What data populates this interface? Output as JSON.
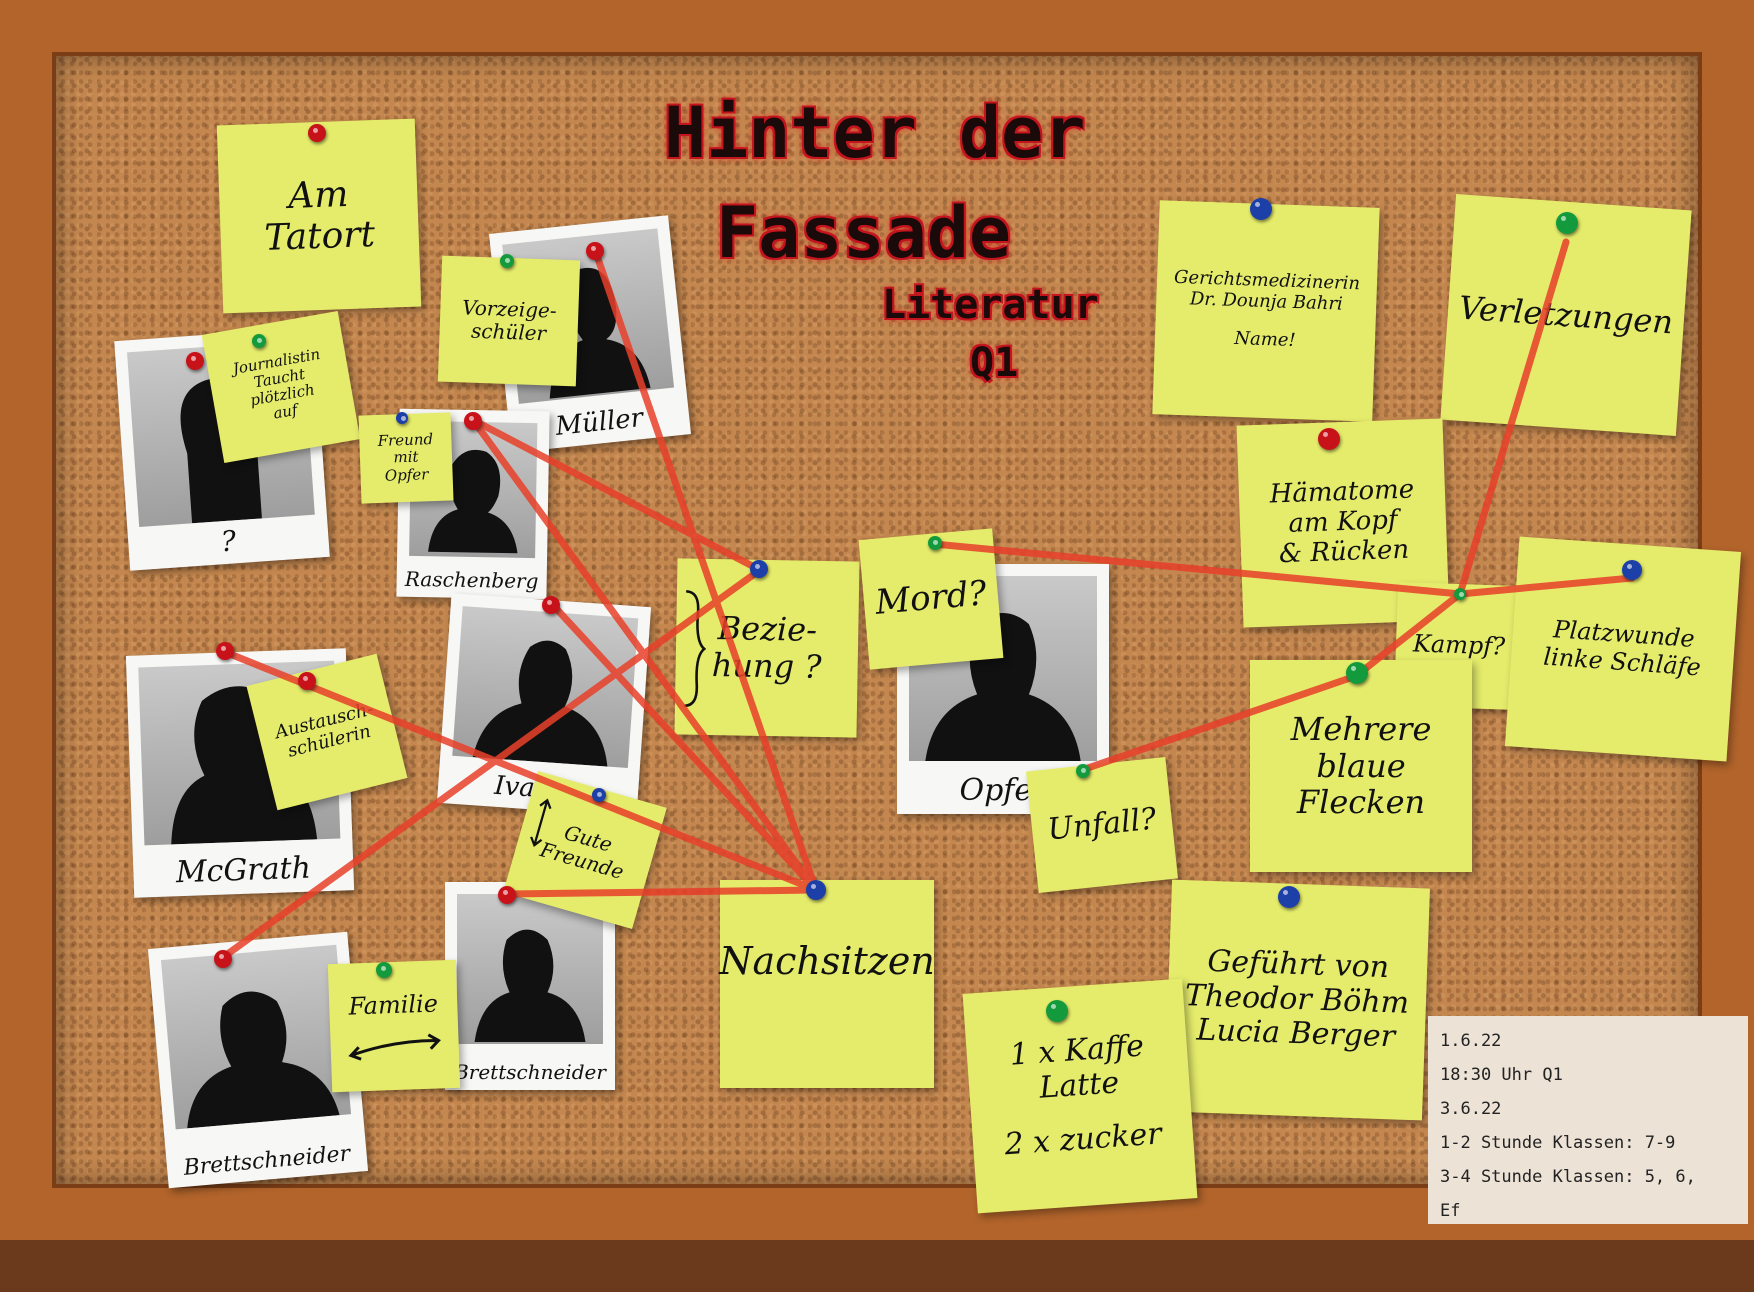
{
  "title": {
    "line1": "Hinter der",
    "line2": "Fassade",
    "line3": "Literatur",
    "line4": "Q1"
  },
  "notes": {
    "tatort": [
      "Am",
      "Tatort"
    ],
    "journalistin": [
      "Journalistin",
      "Taucht",
      "plötzlich",
      "auf"
    ],
    "vorzeige": [
      "Vorzeige-",
      "schüler"
    ],
    "freund": [
      "Freund",
      "mit",
      "Opfer"
    ],
    "austausch": [
      "Austausch-",
      "schülerin"
    ],
    "gute_freunde": [
      "Gute",
      "Freunde"
    ],
    "familie": [
      "Familie"
    ],
    "beziehung": [
      "Bezie-",
      "hung ?"
    ],
    "nachsitzen": [
      "Nachsitzen"
    ],
    "mord": [
      "Mord?"
    ],
    "unfall": [
      "Unfall?"
    ],
    "gerichtsmedizin": [
      "Gerichtsmedizinerin",
      "Dr. Dounja Bahri",
      "",
      "Name!"
    ],
    "verletzungen": [
      "Verletzungen"
    ],
    "haematome": [
      "Hämatome",
      "am Kopf",
      "& Rücken"
    ],
    "kampf": [
      "Kampf?"
    ],
    "platzwunde": [
      "Platzwunde",
      "linke Schläfe"
    ],
    "blaue_flecken": [
      "Mehrere",
      "blaue Flecken"
    ],
    "gefuehrt": [
      "Geführt von",
      "Theodor Böhm",
      "Lucia Berger"
    ],
    "kaffee": [
      "1 x Kaffe",
      "Latte",
      "",
      "2 x zucker"
    ]
  },
  "photos": {
    "question": "?",
    "mueller": "Müller",
    "raschenberg": "Raschenberg",
    "mcgrath": "McGrath",
    "ivanov": "Ivanov",
    "brettschneider1": "Brettschneider",
    "brettschneider2": "Brettschneider",
    "opfer": "Opfer"
  },
  "info": {
    "lines": [
      "1.6.22",
      "18:30 Uhr Q1",
      "3.6.22",
      "1-2 Stunde Klassen: 7-9",
      "3-4 Stunde Klassen: 5, 6,",
      "Ef"
    ]
  },
  "colors": {
    "string": "#e8402a",
    "note": "#e5ec6b",
    "cork": "#c4874f",
    "frame": "#b2642b"
  }
}
